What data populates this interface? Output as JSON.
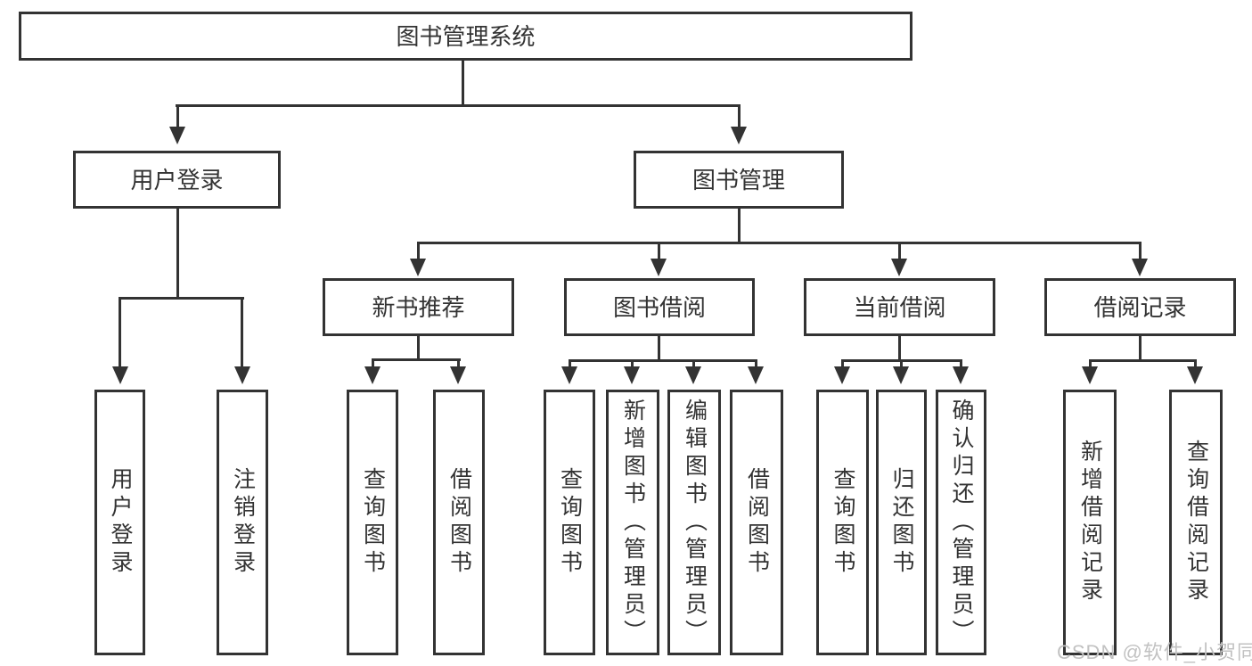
{
  "tree": {
    "root": {
      "label": "图书管理系统"
    },
    "level2": [
      {
        "label": "用户登录"
      },
      {
        "label": "图书管理"
      }
    ],
    "level3": [
      {
        "label": "新书推荐"
      },
      {
        "label": "图书借阅"
      },
      {
        "label": "当前借阅"
      },
      {
        "label": "借阅记录"
      }
    ],
    "leaves": {
      "user_login": [
        "用户登录",
        "注销登录"
      ],
      "new_book_recommend": [
        "查询图书",
        "借阅图书"
      ],
      "book_borrow": [
        "查询图书",
        "新增图书（管理员）",
        "编辑图书（管理员）",
        "借阅图书"
      ],
      "current_borrow": [
        "查询图书",
        "归还图书",
        "确认归还（管理员）"
      ],
      "borrow_records": [
        "新增借阅记录",
        "查询借阅记录"
      ]
    }
  },
  "watermark": "CSDN @软件_小贺同学",
  "colors": {
    "line": "#333333",
    "text": "#333333",
    "watermark": "#c2c2c2",
    "background": "#ffffff"
  }
}
